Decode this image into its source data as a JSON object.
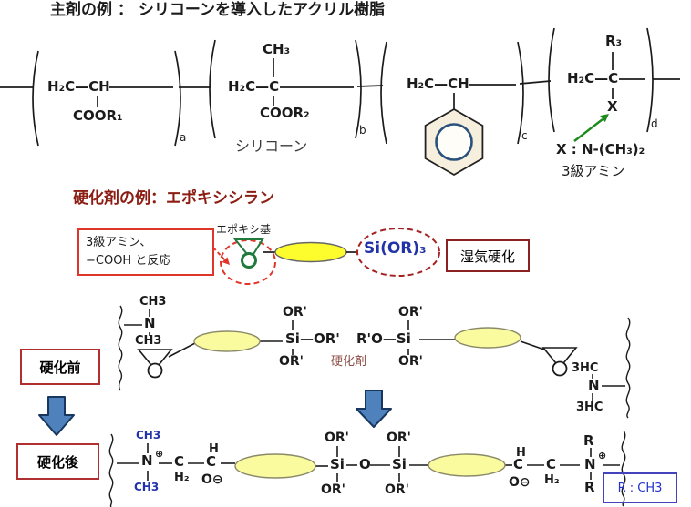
{
  "title": "主剤の例 ： シリコーンを導入したアクリル樹脂",
  "colors": {
    "heading_red": "#8b1d12",
    "box_red": "#b03030",
    "callout_red": "#e0352b",
    "blue_text": "#2233aa",
    "green": "#1f7a3c",
    "yellow_bright": "#fdfd2e",
    "yellow_pale": "#fafa9e",
    "arrow_blue": "#4f81bd"
  },
  "polymer": {
    "unit_a": {
      "chain": "H₂C—CH",
      "pendant": "COOR₁",
      "index": "a"
    },
    "unit_b": {
      "top": "CH₃",
      "chain": "H₂C—C",
      "pendant": "COOR₂",
      "index": "b"
    },
    "silicone_label": "シリコーン",
    "unit_c": {
      "chain": "H₂C—CH",
      "index": "c"
    },
    "unit_d": {
      "top": "R₃",
      "chain": "H₂C—C",
      "pendant": "X",
      "index": "d",
      "note_x": "X : N-(CH₃)₂",
      "note_amine": "3級アミン"
    }
  },
  "hardener": {
    "heading": "硬化剤の例：エポキシシラン",
    "callout_line1": "3級アミン、",
    "callout_line2": "−COOH と反応",
    "epoxy_group_label": "エポキシ基",
    "silane": "Si(OR)₃",
    "moisture_cure": "湿気硬化"
  },
  "before": {
    "label": "硬化前",
    "amine_top": "CH3",
    "amine_n": "N",
    "amine_bottom": "CH3",
    "or_top_left": "OR'",
    "si_left": "Si—OR'",
    "si_right": "R'O—Si",
    "or_top_right": "OR'",
    "or_bottom_left": "OR'",
    "hardener_label": "硬化剤",
    "or_bottom_right": "OR'",
    "amine_r_top": "3HC",
    "amine_r_n": "N",
    "amine_r_bottom": "3HC"
  },
  "after": {
    "label": "硬化後",
    "ch3_top": "CH3",
    "n_left": "N",
    "plus_left": "⊕",
    "ch3_bottom": "CH3",
    "c1": "C",
    "h2": "H₂",
    "h": "H",
    "c2": "C",
    "o_minus": "O⊖",
    "or_tl": "OR'",
    "si_l": "Si",
    "o_bridge": "O",
    "si_r": "Si",
    "or_tr": "OR'",
    "or_bl": "OR'",
    "or_br": "OR'",
    "h_r": "H",
    "c1_r": "C",
    "o_minus_r": "O⊖",
    "c2_r": "C",
    "h2_r": "H₂",
    "r_top": "R",
    "n_right": "N",
    "plus_right": "⊕",
    "r_bottom": "R",
    "r_note": "R : CH3"
  }
}
